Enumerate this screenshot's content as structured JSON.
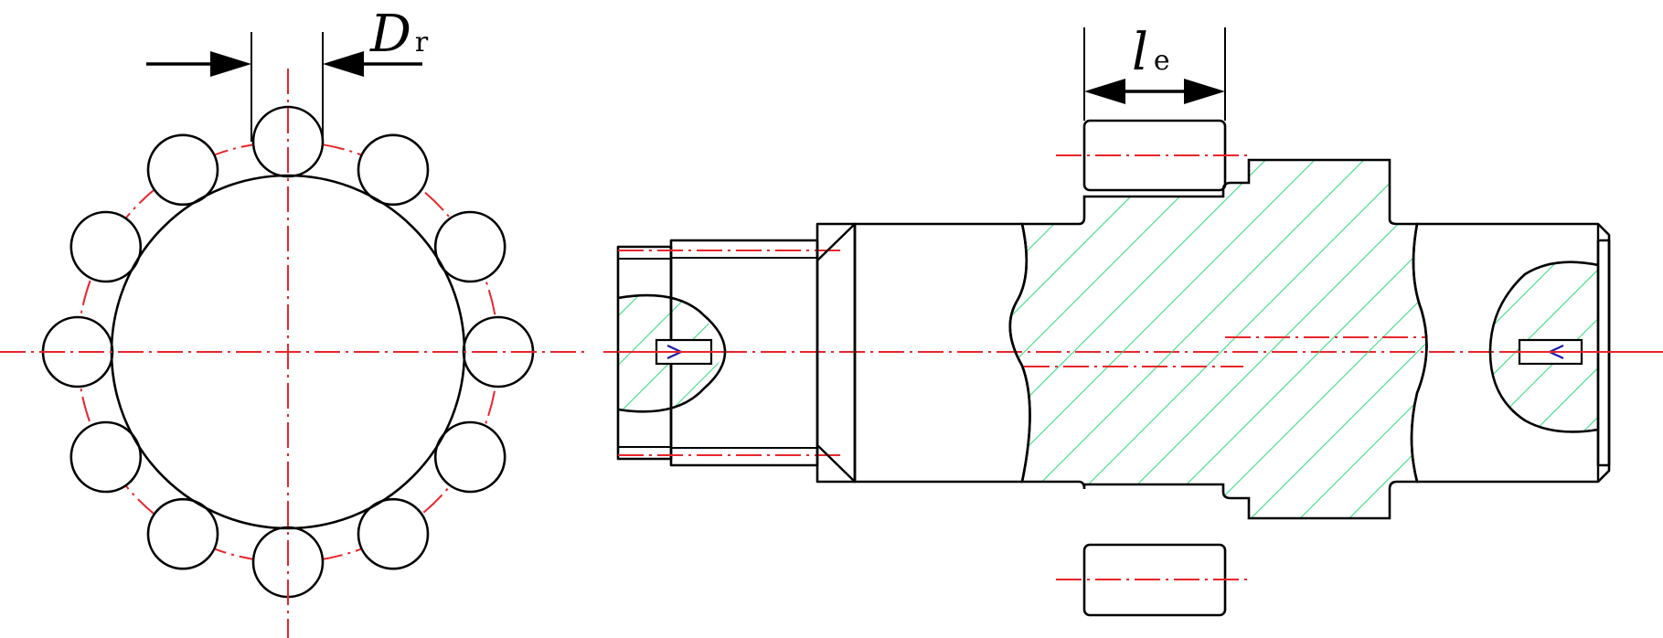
{
  "labels": {
    "roller_diameter": {
      "symbol": "D",
      "subscript": "r"
    },
    "effective_length": {
      "symbol": "l",
      "subscript": "e"
    }
  },
  "colors": {
    "outline": "#000000",
    "centerline": "#e8262b",
    "section_hatch": "#3ddc84",
    "thread_mark": "#1a1aa8",
    "background": "#ffffff"
  },
  "views": {
    "bearing_front_view": {
      "roller_count": 12
    },
    "shaft_sectional_view": {}
  }
}
